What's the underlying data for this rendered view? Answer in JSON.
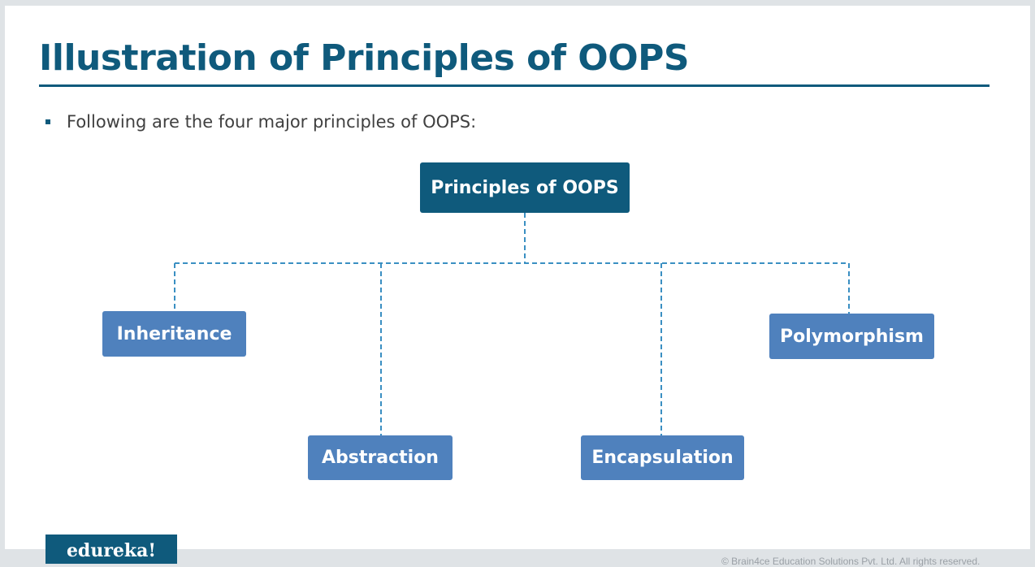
{
  "slide": {
    "title": "Illustration of Principles of OOPS",
    "bullet": "Following are the four major principles of OOPS:"
  },
  "diagram": {
    "root": "Principles of OOPS",
    "children": [
      "Inheritance",
      "Abstraction",
      "Encapsulation",
      "Polymorphism"
    ]
  },
  "colors": {
    "title": "#0f5a7c",
    "root_box": "#0f5a7c",
    "child_box": "#4f81bd",
    "connector": "#3a8fc2"
  },
  "footer": {
    "logo": "edureka!",
    "copyright": "© Brain4ce Education Solutions Pvt. Ltd. All rights reserved."
  }
}
